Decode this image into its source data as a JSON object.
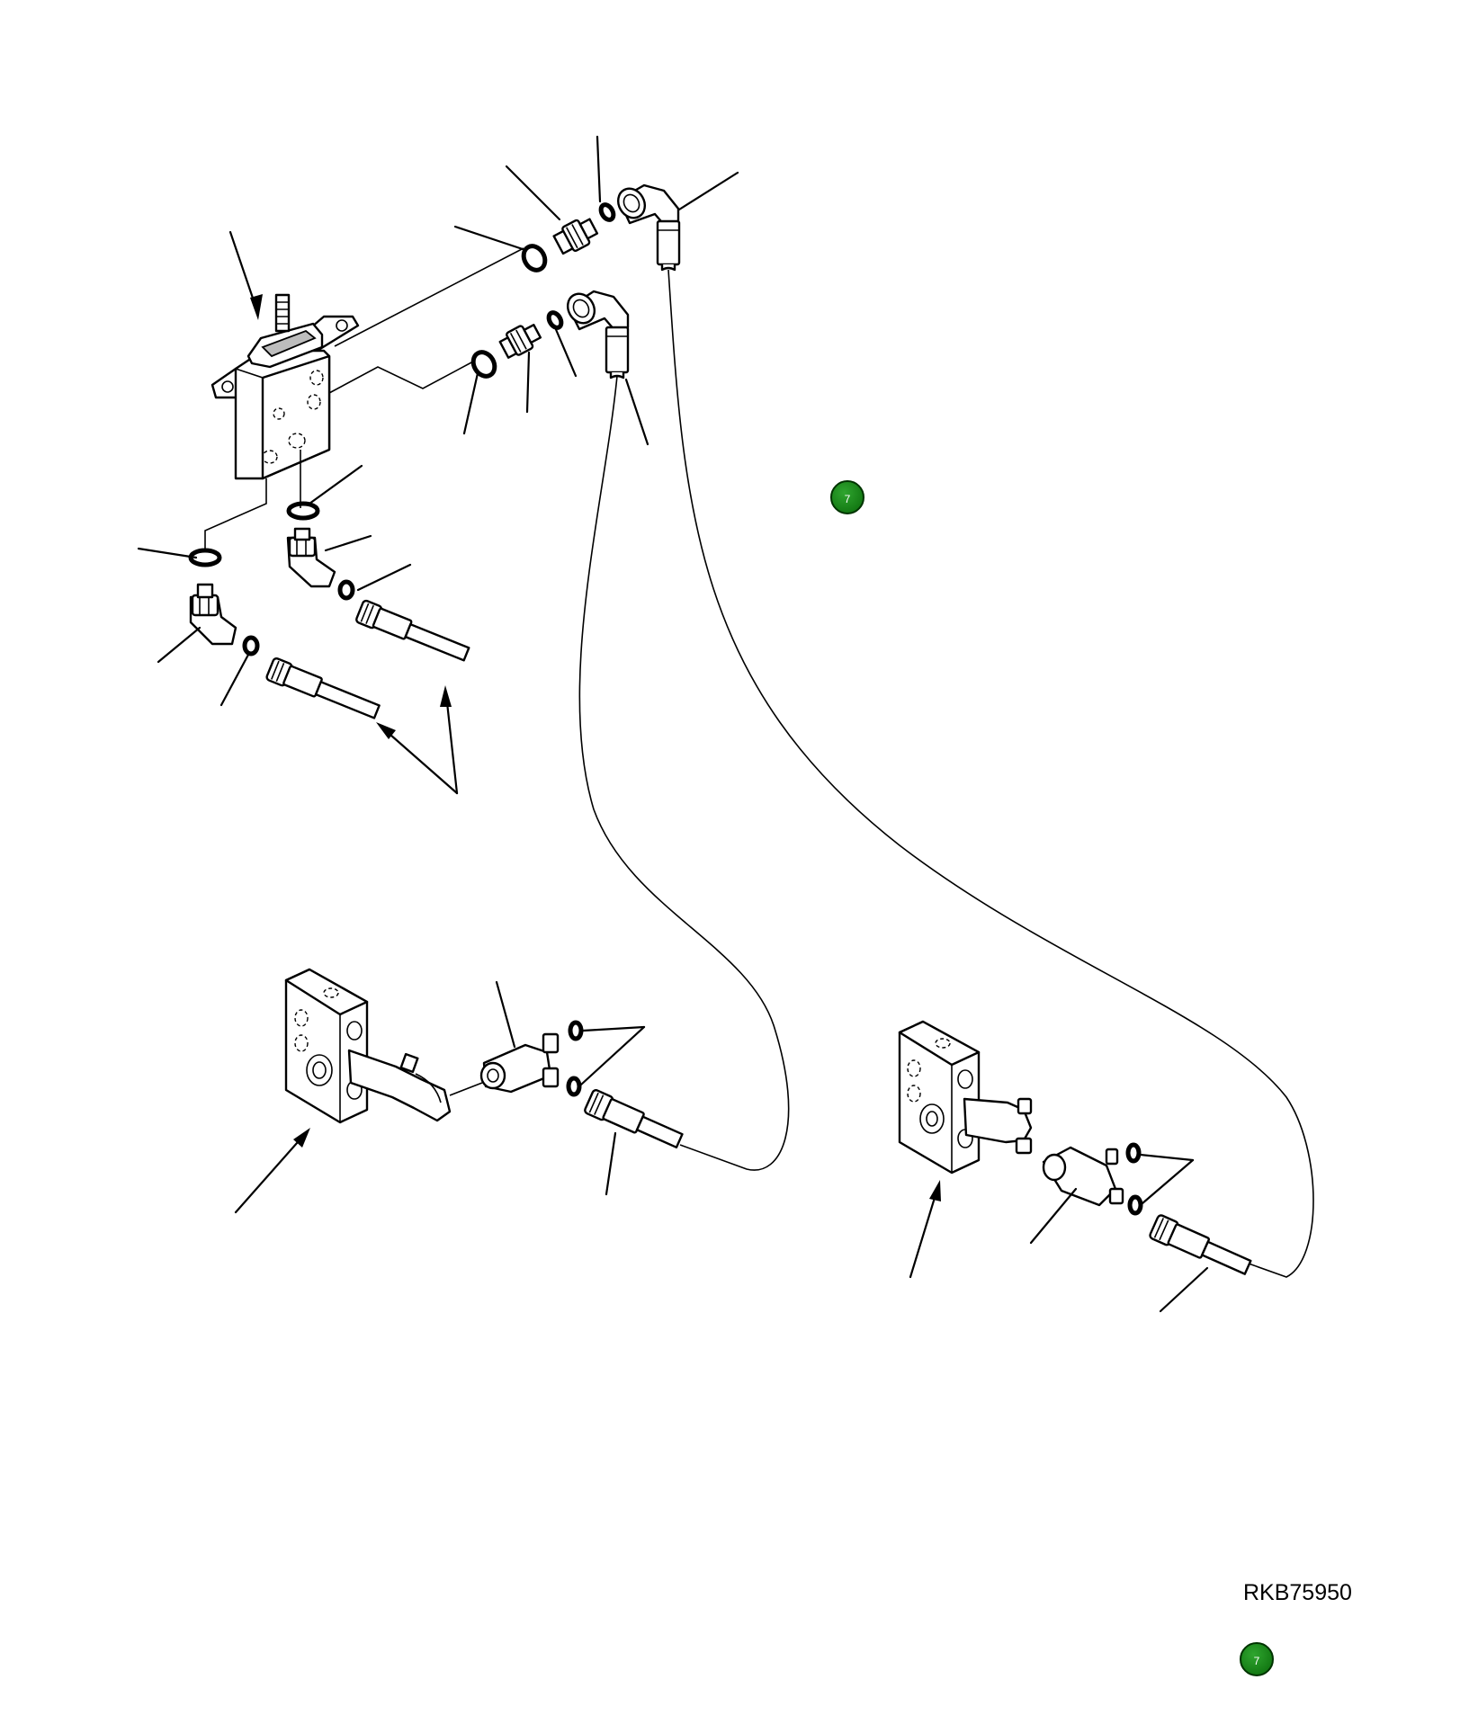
{
  "figure": {
    "reference_code": "RKB75950",
    "badges": [
      {
        "label": "7",
        "color": "#1a8a1a"
      },
      {
        "label": "7",
        "color": "#1a8a1a"
      }
    ]
  }
}
